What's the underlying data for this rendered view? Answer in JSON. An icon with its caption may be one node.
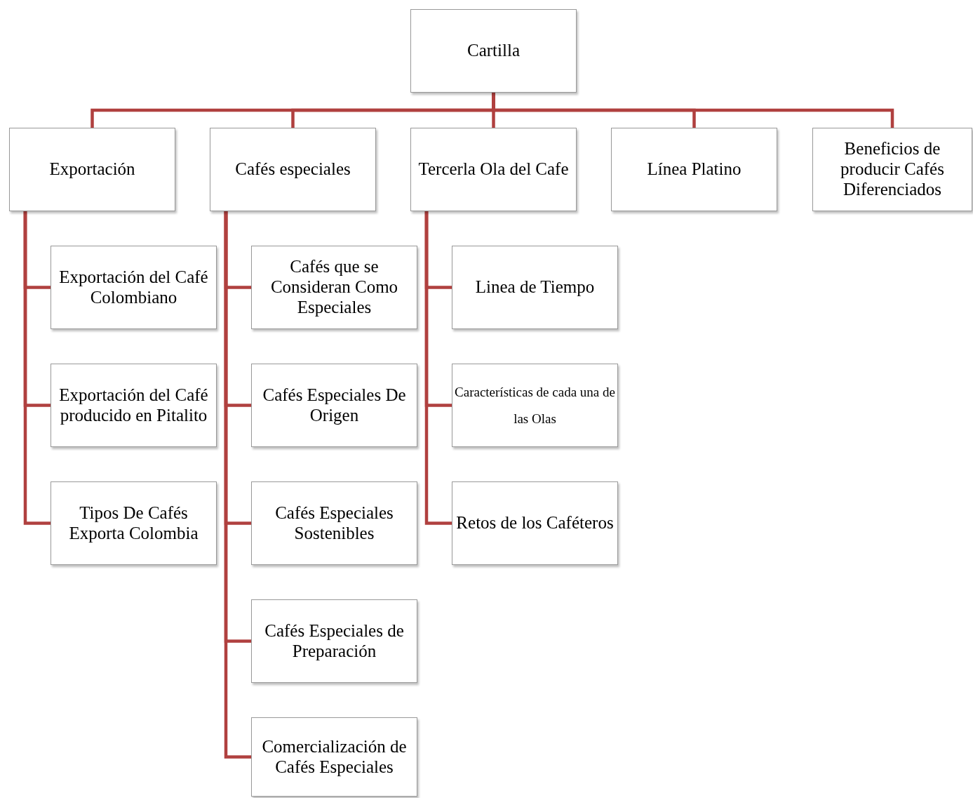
{
  "diagram": {
    "nodes": [
      {
        "text": [
          "Cartilla"
        ]
      },
      {
        "text": [
          "Exportación"
        ]
      },
      {
        "text": [
          "Cafés especiales"
        ]
      },
      {
        "text": [
          "Tercerla Ola del Cafe"
        ]
      },
      {
        "text": [
          "Línea Platino"
        ]
      },
      {
        "text": [
          "Beneficios de producir Cafés Diferenciados"
        ]
      },
      {
        "text": [
          "Exportación del Café Colombiano"
        ]
      },
      {
        "text": [
          "Exportación del Café producido en Pitalito"
        ]
      },
      {
        "text": [
          "Tipos De Cafés Exporta Colombia"
        ]
      },
      {
        "text": [
          "Cafés que se Consideran Como Especiales"
        ]
      },
      {
        "text": [
          "Cafés Especiales De Origen"
        ]
      },
      {
        "text": [
          "Cafés Especiales Sostenibles"
        ]
      },
      {
        "text": [
          "Cafés Especiales de Preparación"
        ]
      },
      {
        "text": [
          "Comercialización de Cafés Especiales"
        ]
      },
      {
        "text": [
          "Linea de Tiempo"
        ]
      },
      {
        "text": [
          "Características de cada una de las Olas"
        ]
      },
      {
        "text": [
          "Retos de los Caféteros"
        ]
      }
    ],
    "edges": [
      {
        "from": 0,
        "to": 1,
        "arrow": "none"
      },
      {
        "from": 0,
        "to": 2,
        "arrow": "none"
      },
      {
        "from": 0,
        "to": 3,
        "arrow": "none"
      },
      {
        "from": 0,
        "to": 4,
        "arrow": "none"
      },
      {
        "from": 0,
        "to": 5,
        "arrow": "none"
      },
      {
        "from": 1,
        "to": 6,
        "arrow": "none"
      },
      {
        "from": 1,
        "to": 7,
        "arrow": "none"
      },
      {
        "from": 1,
        "to": 8,
        "arrow": "none"
      },
      {
        "from": 2,
        "to": 9,
        "arrow": "none"
      },
      {
        "from": 2,
        "to": 10,
        "arrow": "none"
      },
      {
        "from": 2,
        "to": 11,
        "arrow": "none"
      },
      {
        "from": 2,
        "to": 12,
        "arrow": "none"
      },
      {
        "from": 2,
        "to": 13,
        "arrow": "none"
      },
      {
        "from": 3,
        "to": 14,
        "arrow": "none"
      },
      {
        "from": 3,
        "to": 15,
        "arrow": "none"
      },
      {
        "from": 3,
        "to": 16,
        "arrow": "none"
      }
    ]
  }
}
